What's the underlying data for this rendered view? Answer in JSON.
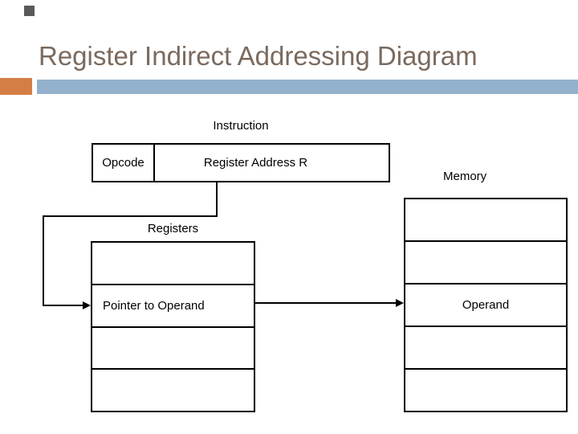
{
  "slide": {
    "title": "Register Indirect Addressing Diagram",
    "colors": {
      "title_text": "#7a6a5e",
      "accent_orange": "#d47e45",
      "accent_blue": "#93b1cd",
      "corner_square": "#595959",
      "diagram_line": "#000000"
    }
  },
  "diagram": {
    "instruction": {
      "label": "Instruction",
      "opcode": "Opcode",
      "register_address": "Register Address R"
    },
    "registers": {
      "label": "Registers",
      "rows": [
        "",
        "Pointer to Operand",
        "",
        ""
      ]
    },
    "memory": {
      "label": "Memory",
      "rows": [
        "",
        "",
        "Operand",
        "",
        ""
      ]
    }
  }
}
